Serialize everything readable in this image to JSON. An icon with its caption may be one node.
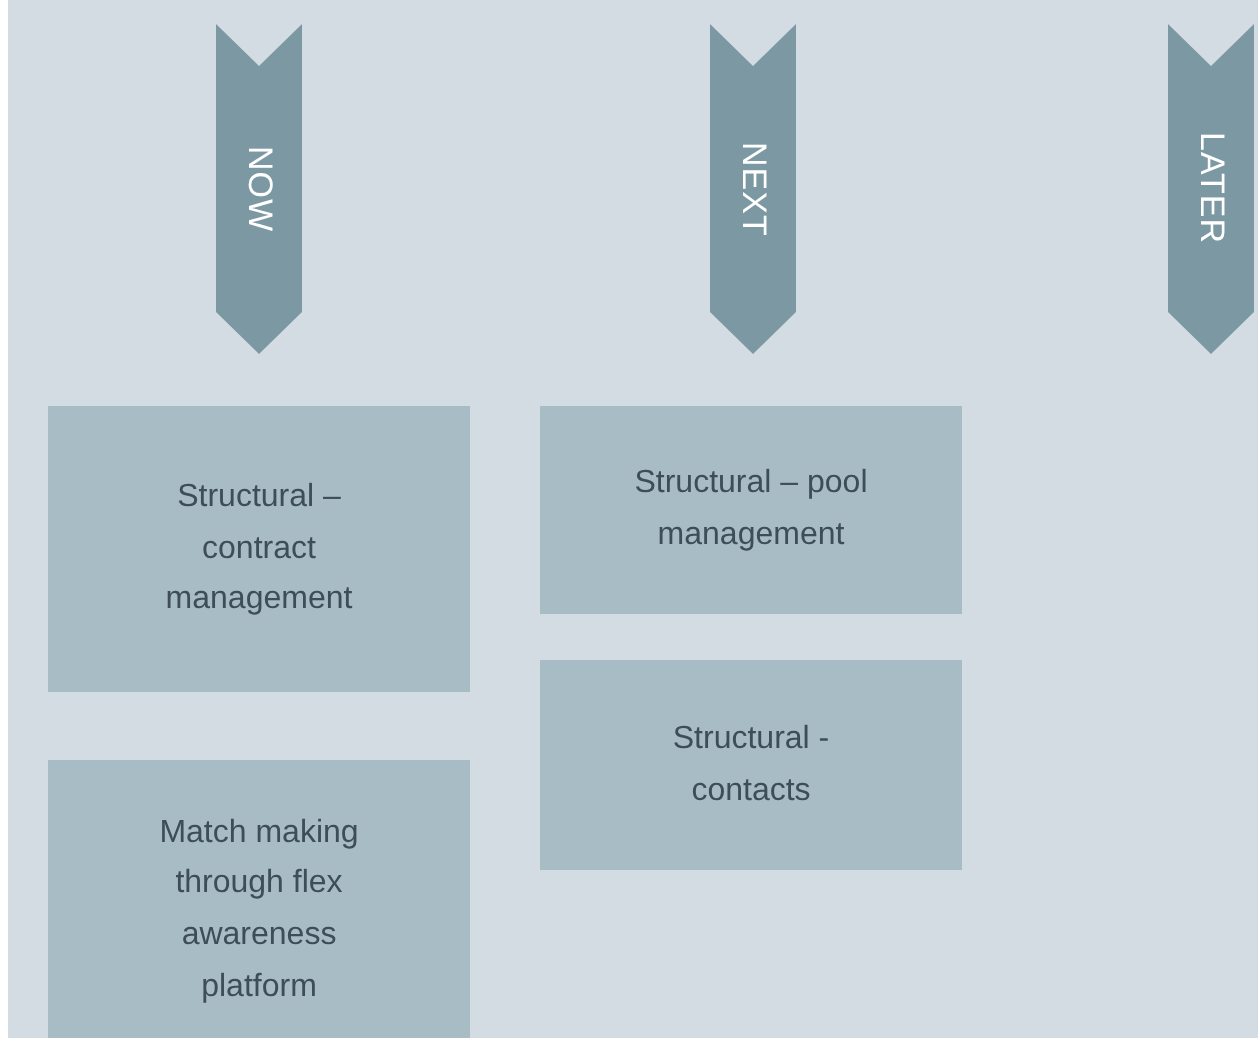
{
  "diagram": {
    "nodes": [
      {
        "text": [
          "NOW"
        ]
      },
      {
        "text": [
          "NEXT"
        ]
      },
      {
        "text": [
          "LATER"
        ]
      },
      {
        "text": [
          "Structural – contract management"
        ]
      },
      {
        "text": [
          "Match making through flex awareness platform"
        ]
      },
      {
        "text": [
          "Structural – pool management"
        ]
      },
      {
        "text": [
          "Structural - contacts"
        ]
      }
    ],
    "edges": []
  }
}
